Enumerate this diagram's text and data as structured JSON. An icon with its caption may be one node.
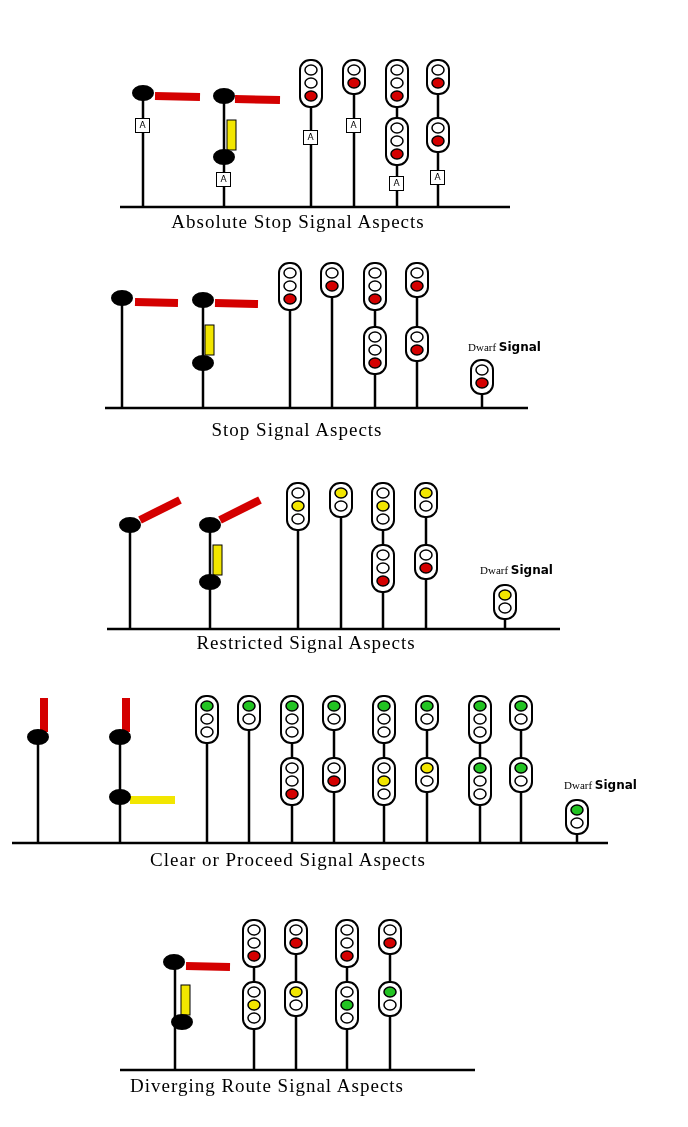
{
  "diagram": {
    "labels": [
      "A",
      "A",
      "A",
      "A",
      "A",
      "A",
      "Absolute Stop Signal Aspects",
      "Dwarf **Signal**",
      "Stop Signal Aspects",
      "Dwarf **Signal**",
      "Restricted Signal Aspects",
      "Dwarf **Signal**",
      "Clear or Proceed Signal Aspects",
      "Diverging Route Signal Aspects"
    ]
  }
}
